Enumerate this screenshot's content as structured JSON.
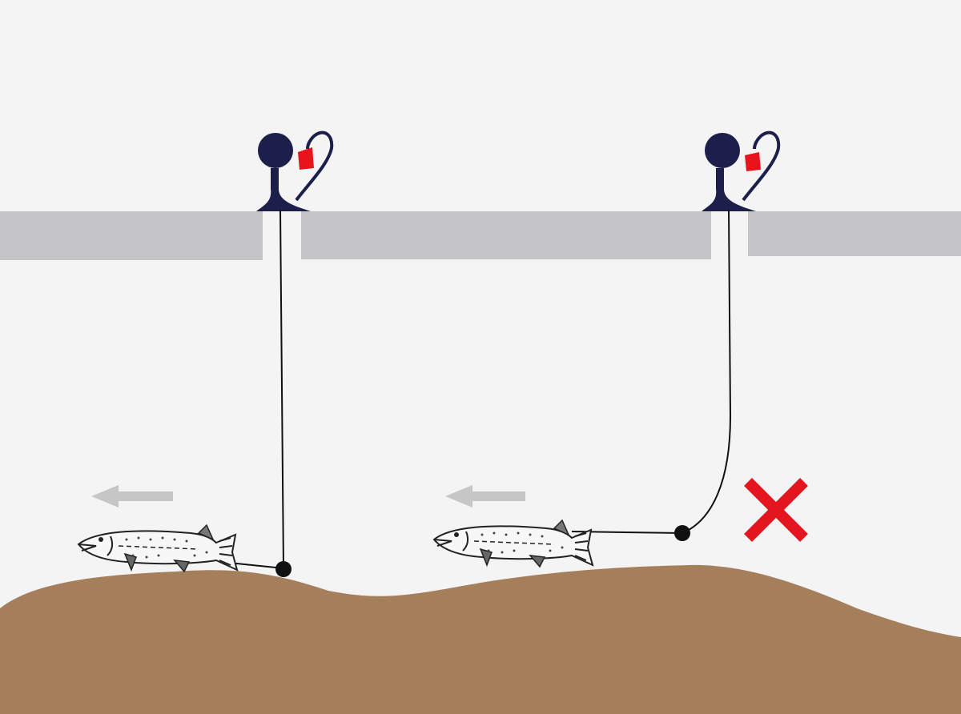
{
  "diagram": {
    "description_labels": [],
    "colors": {
      "background": "#f4f4f4",
      "ice": "#c5c5c7",
      "bottom": "#a57f5c",
      "tip_up": "#1c1f4a",
      "flag": "#e8141c",
      "line": "#111111",
      "arrow": "#c6c6c6",
      "fish_body": "#f7f7f7",
      "wrong_mark": "#e3161f"
    },
    "setups": [
      {
        "id": "correct",
        "line": "straight-vertical",
        "status": "ok",
        "fish_direction": "left"
      },
      {
        "id": "incorrect",
        "line": "curved-slack",
        "status": "wrong",
        "status_icon": "red-x-icon",
        "fish_direction": "left"
      }
    ],
    "icons": [
      "tip-up-icon",
      "flag-icon",
      "fish-icon",
      "arrow-left-icon",
      "red-x-icon",
      "sinker-icon"
    ]
  }
}
